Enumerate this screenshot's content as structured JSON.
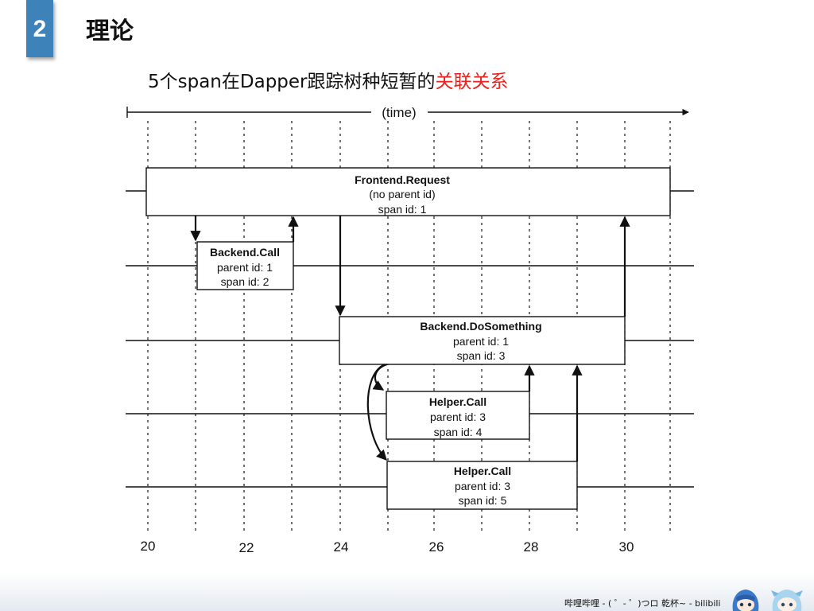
{
  "slide": {
    "section_number": "2",
    "heading": "理论",
    "subtitle_main": "5个span在Dapper跟踪树种短暂的",
    "subtitle_highlight": "关联关系"
  },
  "diagram": {
    "time_label": "(time)",
    "ticks": [
      "20",
      "22",
      "24",
      "26",
      "28",
      "30"
    ],
    "spans": [
      {
        "title": "Frontend.Request",
        "line1": "(no parent id)",
        "line2": "span id: 1"
      },
      {
        "title": "Backend.Call",
        "line1": "parent id: 1",
        "line2": "span id: 2"
      },
      {
        "title": "Backend.DoSomething",
        "line1": "parent id: 1",
        "line2": "span id: 3"
      },
      {
        "title": "Helper.Call",
        "line1": "parent id: 3",
        "line2": "span id: 4"
      },
      {
        "title": "Helper.Call",
        "line1": "parent id: 3",
        "line2": "span id: 5"
      }
    ]
  },
  "footer": {
    "watermark": "哔哩哔哩 - ( ゜- ゜)つロ 乾杯~ - bilibili"
  },
  "colors": {
    "badge": "#3d82b8",
    "highlight": "#e8221f"
  }
}
